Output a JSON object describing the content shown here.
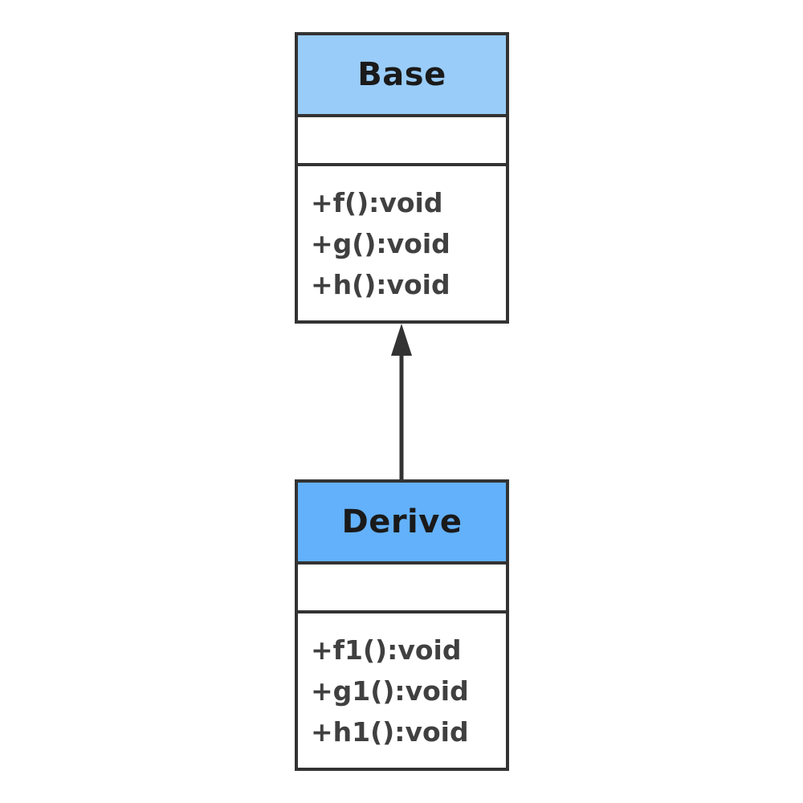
{
  "diagram": {
    "type": "uml-class-diagram",
    "colors": {
      "background": "#ffffff",
      "border": "#333333",
      "base_header_fill": "#99ccf8",
      "derive_header_fill": "#63b1fa",
      "title_text": "#1a1a1a",
      "method_text": "#404040",
      "arrow": "#333333"
    },
    "classes": [
      {
        "name": "Base",
        "attributes": [],
        "methods": [
          "+f():void",
          "+g():void",
          "+h():void"
        ]
      },
      {
        "name": "Derive",
        "attributes": [],
        "methods": [
          "+f1():void",
          "+g1():void",
          "+h1():void"
        ]
      }
    ],
    "relationship": {
      "type": "inheritance",
      "from": "Derive",
      "to": "Base",
      "arrowhead": "filled-triangle",
      "direction": "up"
    }
  }
}
